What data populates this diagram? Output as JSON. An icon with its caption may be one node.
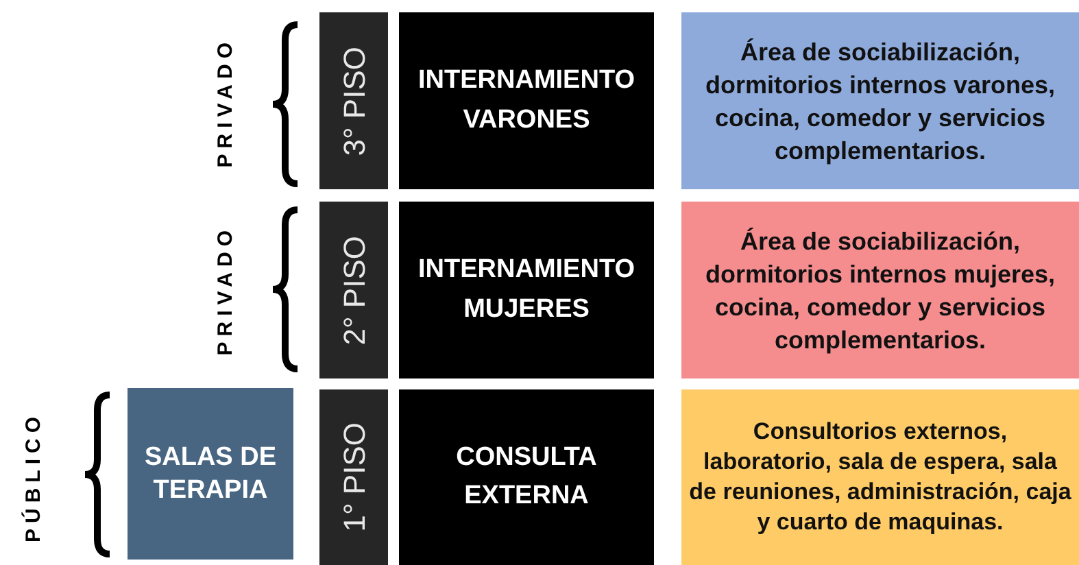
{
  "diagram": {
    "nodes": [
      {
        "text": [
          "3° PISO"
        ]
      },
      {
        "text": [
          "INTERNAMIENTO VARONES"
        ]
      },
      {
        "text": [
          "Área de sociabilización, dormitorios internos varones, cocina, comedor y servicios complementarios."
        ]
      },
      {
        "text": [
          "2° PISO"
        ]
      },
      {
        "text": [
          "INTERNAMIENTO MUJERES"
        ]
      },
      {
        "text": [
          "Área de sociabilización, dormitorios internos mujeres, cocina, comedor y servicios complementarios."
        ]
      },
      {
        "text": [
          "SALAS DE TERAPIA"
        ]
      },
      {
        "text": [
          "1° PISO"
        ]
      },
      {
        "text": [
          "CONSULTA EXTERNA"
        ]
      },
      {
        "text": [
          "Consultorios externos, laboratorio, sala de espera, sala de reuniones, administración, caja y cuarto de maquinas."
        ]
      }
    ],
    "labels": [
      "PRIVADO",
      "PRIVADO",
      "PÚBLICO"
    ]
  }
}
